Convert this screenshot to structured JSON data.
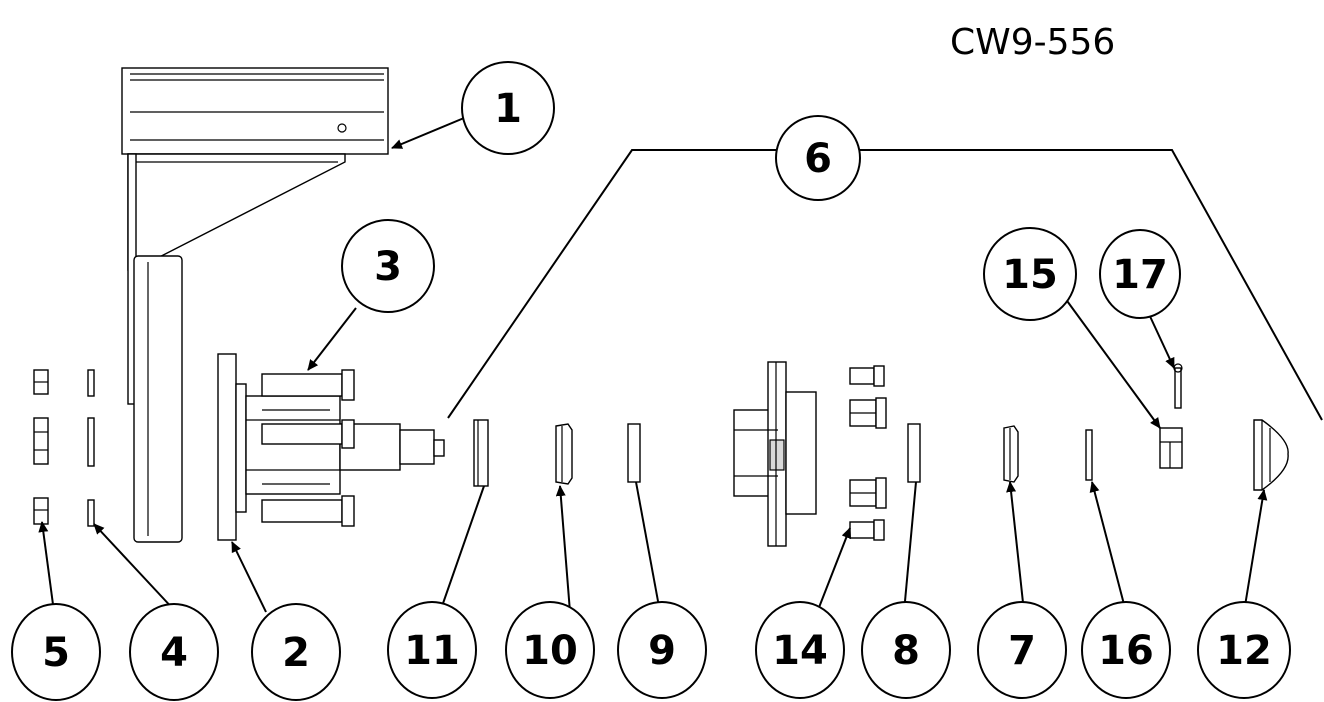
{
  "drawing": {
    "reference": "CW9-556"
  },
  "callouts": {
    "c1": "1",
    "c2": "2",
    "c3": "3",
    "c4": "4",
    "c5": "5",
    "c6": "6",
    "c7": "7",
    "c8": "8",
    "c9": "9",
    "c10": "10",
    "c11": "11",
    "c12": "12",
    "c14": "14",
    "c15": "15",
    "c16": "16",
    "c17": "17"
  }
}
